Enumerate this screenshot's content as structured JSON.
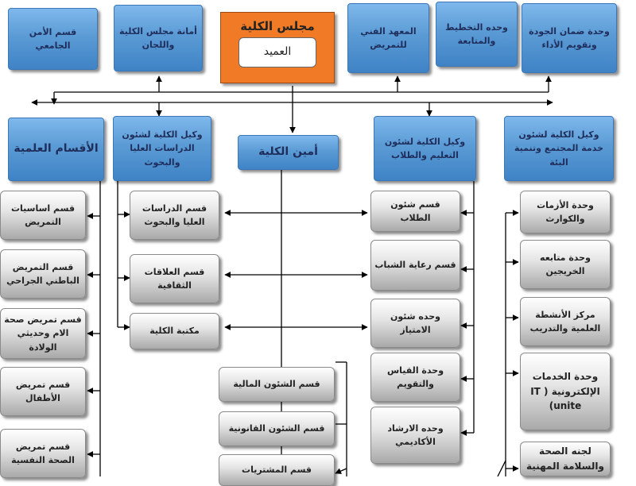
{
  "top_row": {
    "security": "قسم الأمن الجامعي",
    "council_secretariat": "أمانة مجلس الكلية واللجان",
    "council_title": "مجلس الكلية",
    "dean": "العميد",
    "technical_institute": "المعهد الفني للتمريض",
    "planning_unit": "وحده التخطيط والمتابعة",
    "quality_unit": "وحدة ضمان الجودة وتقويم الأداء"
  },
  "second_row": {
    "academic_departments": "الأقسام العلمية",
    "vice_postgrad": "وكيل الكلية لشئون الدراسات العليا والبحوث",
    "college_secretary": "أمين الكلية",
    "vice_education": "وكيل الكلية لشئون التعليم والطلاب",
    "vice_community": "وكيل الكلية لشئون خدمة المجتمع وتنمية البئة"
  },
  "departments": [
    "قسم اساسيات التمريض",
    "قسم التمريض الباطني الجراحي",
    "قسم تمريض صحة الام وحديثي الولادة",
    "قسم تمريض الأطفال",
    "قسم تمريض الصحة النفسية"
  ],
  "postgrad_units": [
    "قسم الدراسات العليا والبحوث",
    "قسم العلاقات الثقافية",
    "مكتبة الكلية"
  ],
  "secretary_units": [
    "قسم الشئون المالية",
    "قسم الشئون القانونية",
    "قسم المشتريات"
  ],
  "education_units": [
    "قسم شئون الطلاب",
    "قسم رعاية الشباب",
    "وحده شئون الامتياز",
    "وحدة القياس والتقويم",
    "وحده الارشاد الأكاديمي"
  ],
  "community_units": [
    "وحدة الأزمات والكوارث",
    "وحدة متابعه الخريجين",
    "مركز الأنشطة العلمية والتدريب",
    "وحدة الخدمات الإلكترونية ( IT unite)",
    "لجنه الصحة والسلامة المهنية"
  ]
}
